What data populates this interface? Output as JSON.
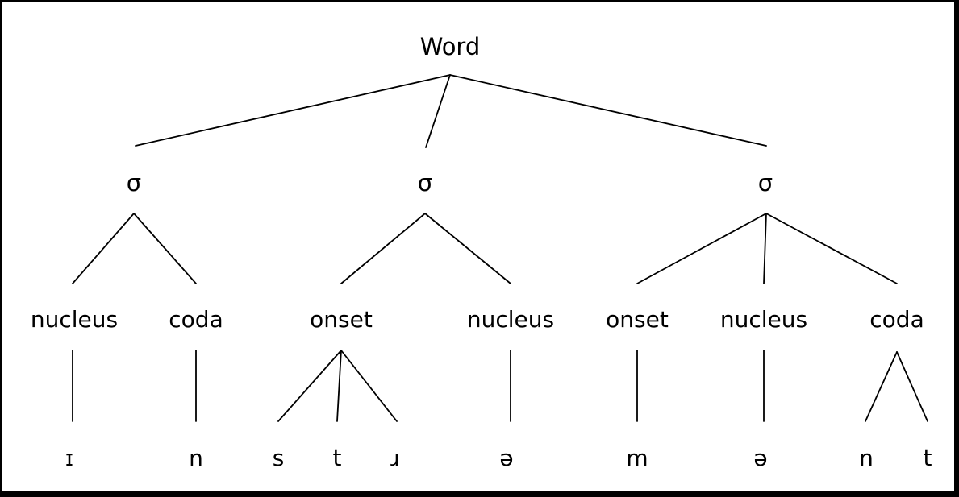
{
  "diagram": {
    "type": "syllable-structure-tree",
    "root_label": "Word",
    "syllables": [
      {
        "label": "σ",
        "constituents": [
          {
            "label": "nucleus",
            "phonemes": [
              "ɪ"
            ]
          },
          {
            "label": "coda",
            "phonemes": [
              "n"
            ]
          }
        ]
      },
      {
        "label": "σ",
        "constituents": [
          {
            "label": "onset",
            "phonemes": [
              "s",
              "t",
              "ɹ"
            ]
          },
          {
            "label": "nucleus",
            "phonemes": [
              "ə"
            ]
          }
        ]
      },
      {
        "label": "σ",
        "constituents": [
          {
            "label": "onset",
            "phonemes": [
              "m"
            ]
          },
          {
            "label": "nucleus",
            "phonemes": [
              "ə"
            ]
          },
          {
            "label": "coda",
            "phonemes": [
              "n",
              "t"
            ]
          }
        ]
      }
    ],
    "transcription": "ɪ n s t ɹ ə m ə n t"
  },
  "colors": {
    "line": "#000000",
    "text": "#000000",
    "canvas": "#ffffff",
    "frame": "#000000"
  }
}
